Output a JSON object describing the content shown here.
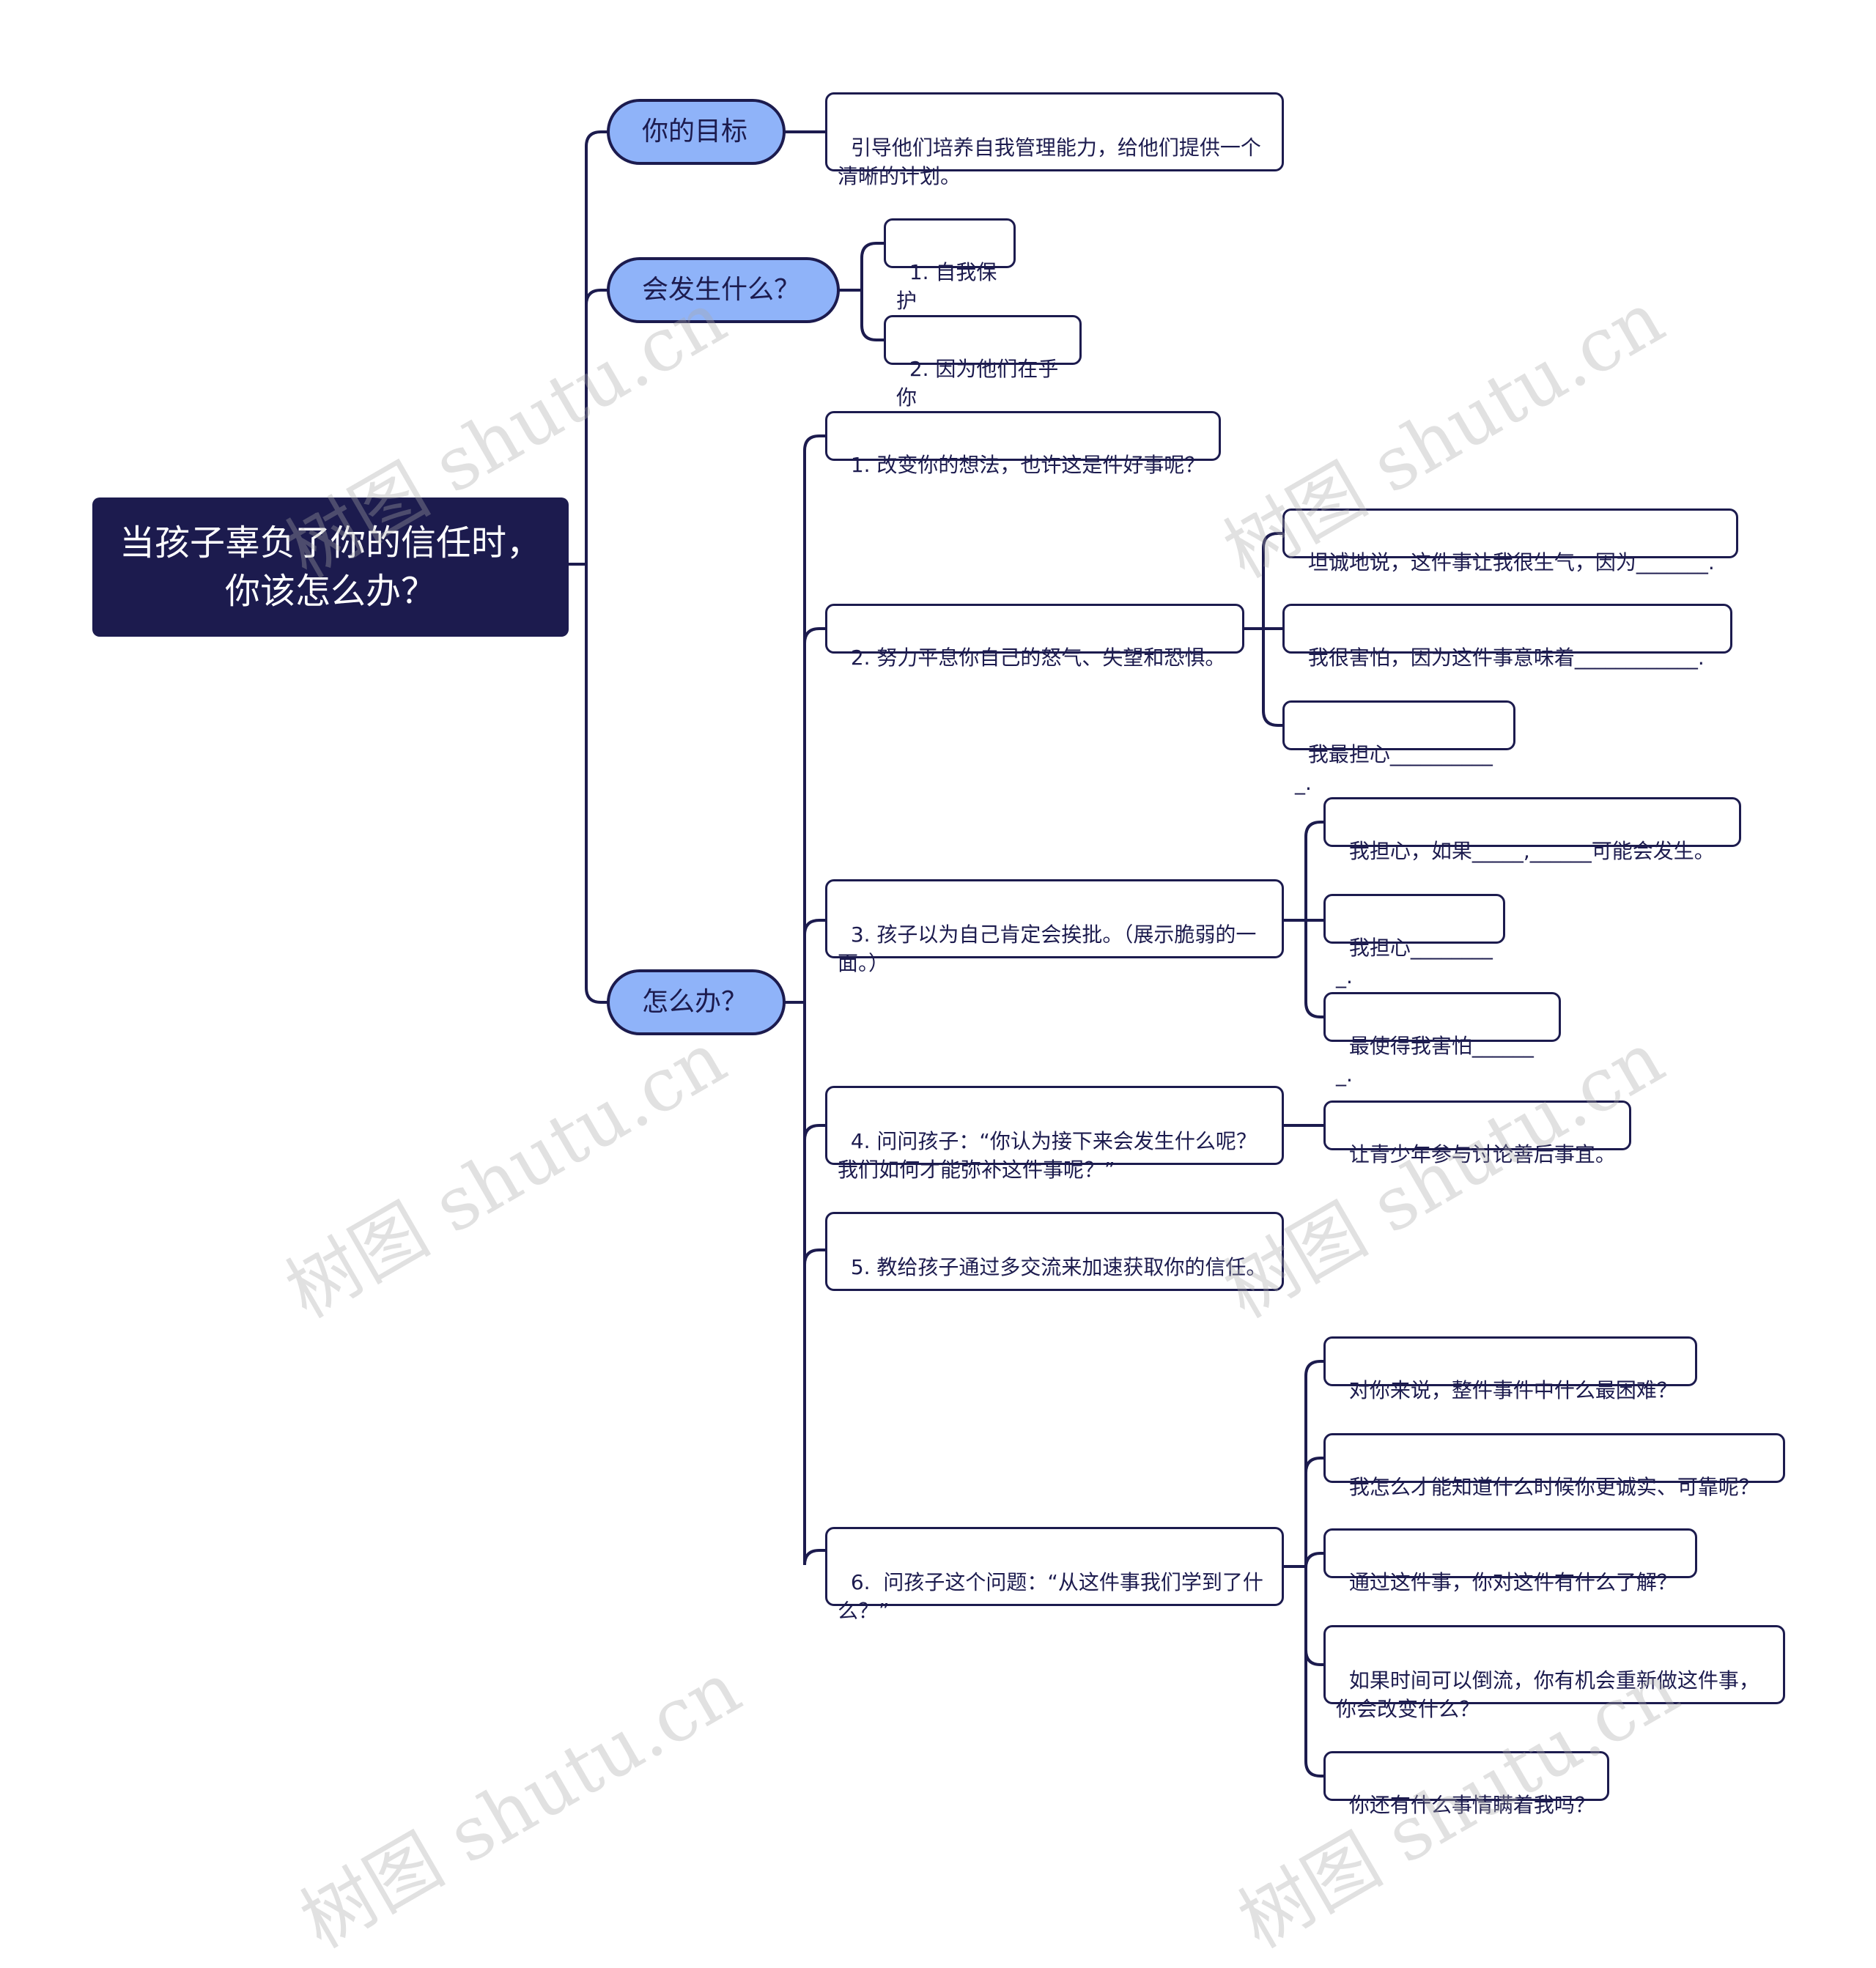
{
  "root": {
    "text": "当孩子辜负了你的信任时，你该怎么办？"
  },
  "branches": {
    "goal": {
      "label": "你的目标",
      "items": [
        "引导他们培养自我管理能力，给他们提供一个清晰的计划。"
      ]
    },
    "what_happens": {
      "label": "会发生什么？",
      "items": [
        "1. 自我保护",
        "2. 因为他们在乎你"
      ]
    },
    "what_to_do": {
      "label": "怎么办？",
      "items": [
        {
          "text": "1. 改变你的想法，也许这是件好事呢？",
          "children": []
        },
        {
          "text": "2. 努力平息你自己的怒气、失望和恐惧。",
          "children": [
            "坦诚地说，这件事让我很生气，因为_______.",
            "我很害怕，因为这件事意味着____________.",
            "我最担心___________."
          ]
        },
        {
          "text": "3. 孩子以为自己肯定会挨批。（展示脆弱的一面。）",
          "children": [
            "我担心，如果_____,______可能会发生。",
            "我担心_________.",
            "最使得我害怕_______."
          ]
        },
        {
          "text": "4. 问问孩子：“你认为接下来会发生什么呢？我们如何才能弥补这件事呢？”",
          "children": [
            "让青少年参与讨论善后事宜。"
          ]
        },
        {
          "text": "5. 教给孩子通过多交流来加速获取你的信任。",
          "children": []
        },
        {
          "text": "6.  问孩子这个问题：“从这件事我们学到了什么？”",
          "children": [
            "对你来说，整件事件中什么最困难？",
            "我怎么才能知道什么时候你更诚实、可靠呢？",
            "通过这件事，你对这件有什么了解？",
            "如果时间可以倒流，你有机会重新做这件事，你会改变什么？",
            "你还有什么事情瞒着我吗？"
          ]
        }
      ]
    }
  },
  "watermark": "树图 shutu.cn",
  "colors": {
    "root_bg": "#1c1b4e",
    "pill_bg": "#8fb3f9",
    "line": "#1c1b4e",
    "text": "#1c1b4e"
  }
}
